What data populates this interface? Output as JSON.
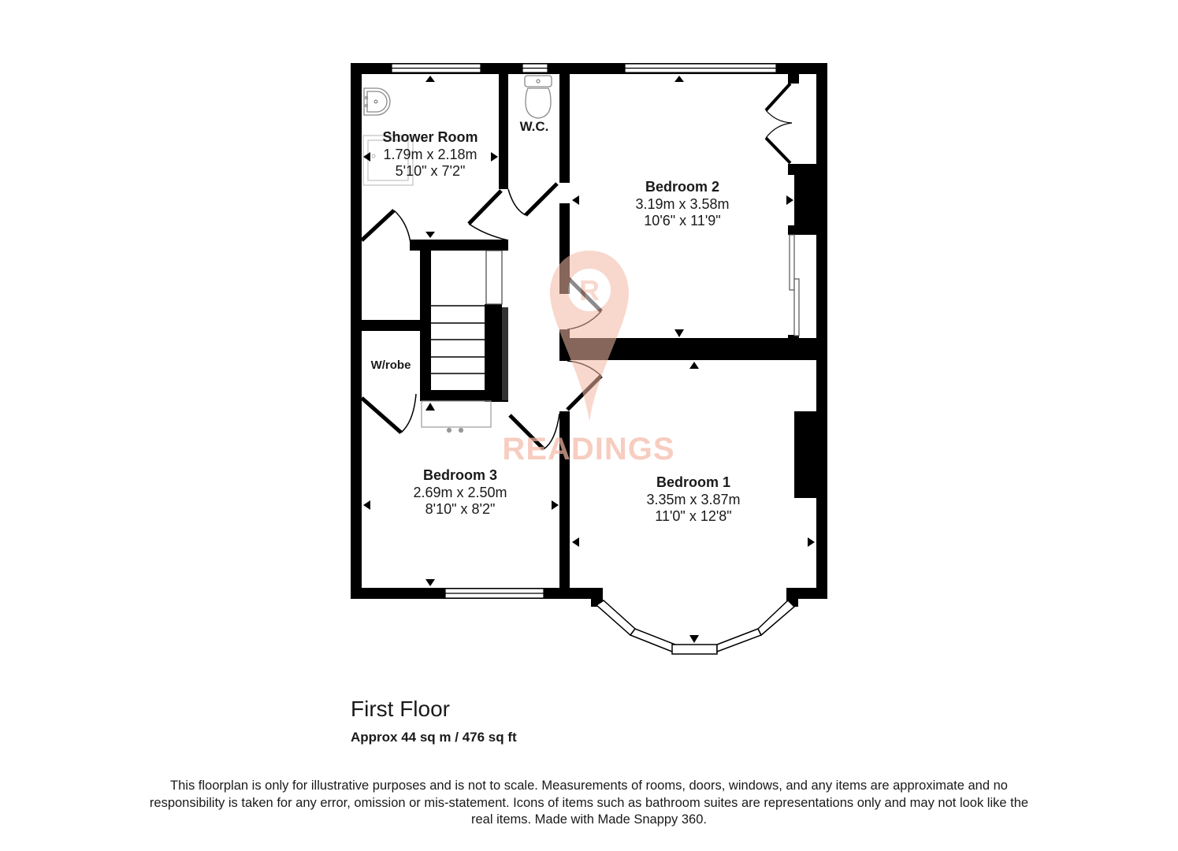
{
  "floor": {
    "title": "First Floor",
    "area": "Approx 44 sq m / 476 sq ft"
  },
  "rooms": {
    "shower_room": {
      "name": "Shower Room",
      "metric": "1.79m x 2.18m",
      "imperial": "5'10\" x 7'2\""
    },
    "wc": {
      "name": "W.C."
    },
    "bedroom_2": {
      "name": "Bedroom 2",
      "metric": "3.19m x 3.58m",
      "imperial": "10'6\" x 11'9\""
    },
    "wardrobe": {
      "name": "W/robe"
    },
    "bedroom_3": {
      "name": "Bedroom 3",
      "metric": "2.69m x 2.50m",
      "imperial": "8'10\" x 8'2\""
    },
    "bedroom_1": {
      "name": "Bedroom 1",
      "metric": "3.35m x 3.87m",
      "imperial": "11'0\" x 12'8\""
    }
  },
  "watermark": {
    "brand": "READINGS",
    "logo_letter": "R",
    "color": "#f4b9a6"
  },
  "colors": {
    "wall": "#000000",
    "background": "#ffffff",
    "fixture_stroke": "#9a9a9a"
  },
  "disclaimer": "This floorplan is only for illustrative purposes and is not to scale. Measurements of rooms, doors, windows, and any items are approximate and no responsibility is taken for any error, omission or mis-statement. Icons of items such as bathroom suites are representations only and may not look like the real items. Made with Made Snappy 360."
}
